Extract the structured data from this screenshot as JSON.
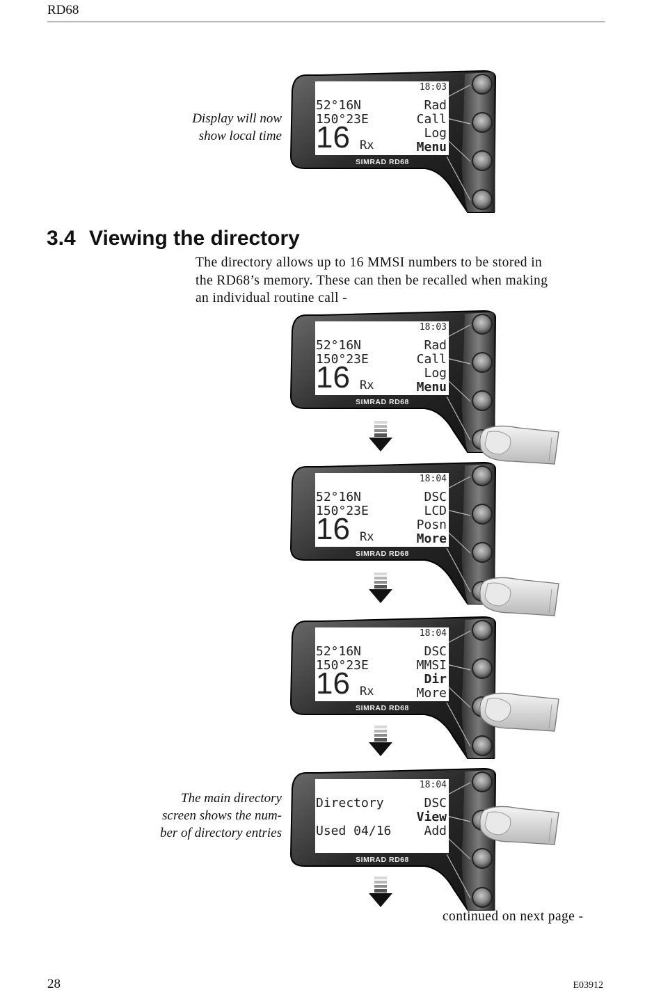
{
  "header": {
    "title": "RD68"
  },
  "footer": {
    "page_number": "28",
    "doc_id": "E03912"
  },
  "section": {
    "number": "3.4",
    "title": "Viewing the directory"
  },
  "intro_lines": [
    "The directory allows up to 16 MMSI numbers to be stored in",
    "the RD68’s memory.  These can then be recalled when making",
    "an individual routine call -"
  ],
  "captions": {
    "local_time": [
      "Display will now",
      "show local time"
    ],
    "directory": [
      "The main directory",
      "screen shows the num-",
      "ber of directory entries"
    ]
  },
  "continued": "continued on next page -",
  "brand_label": "SIMRAD RD68",
  "displays": [
    {
      "time": "18:03",
      "lat": "52°16N",
      "lon": "150°23E",
      "channel": "16",
      "mode": "Rx",
      "menu": [
        "Rad",
        "Call",
        "Log",
        "Menu"
      ],
      "bold_index": 3,
      "pressed_button": null
    },
    {
      "time": "18:03",
      "lat": "52°16N",
      "lon": "150°23E",
      "channel": "16",
      "mode": "Rx",
      "menu": [
        "Rad",
        "Call",
        "Log",
        "Menu"
      ],
      "bold_index": 3,
      "pressed_button": 4
    },
    {
      "time": "18:04",
      "lat": "52°16N",
      "lon": "150°23E",
      "channel": "16",
      "mode": "Rx",
      "menu": [
        "DSC",
        "LCD",
        "Posn",
        "More"
      ],
      "bold_index": 3,
      "pressed_button": 4
    },
    {
      "time": "18:04",
      "lat": "52°16N",
      "lon": "150°23E",
      "channel": "16",
      "mode": "Rx",
      "menu": [
        "DSC",
        "MMSI",
        "Dir",
        "More"
      ],
      "bold_index": 2,
      "pressed_button": 3
    },
    {
      "time": "18:04",
      "title": "Directory",
      "used": "Used 04/16",
      "menu": [
        "DSC",
        "View",
        "Add"
      ],
      "bold_index": 1,
      "pressed_button": 2
    }
  ],
  "icons": {
    "arrow": "down-arrow-icon",
    "finger": "finger-press-icon"
  }
}
